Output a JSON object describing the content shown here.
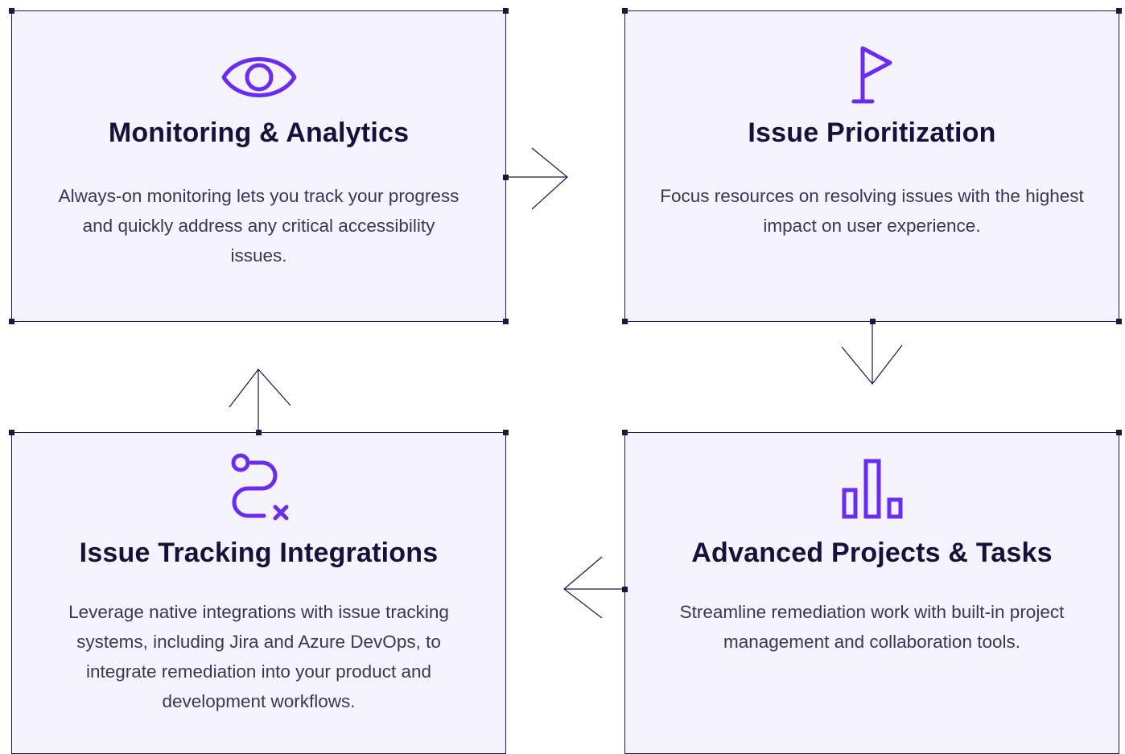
{
  "accent_color": "#6a2cf0",
  "line_color": "#1c1744",
  "cards": [
    {
      "icon": "eye-icon",
      "title": "Monitoring & Analytics",
      "description": "Always-on monitoring lets you track your progress and quickly address any critical accessibility issues."
    },
    {
      "icon": "flag-icon",
      "title": "Issue Prioritization",
      "description": "Focus resources on resolving issues with the highest impact on user experience."
    },
    {
      "icon": "bar-chart-icon",
      "title": "Advanced Projects & Tasks",
      "description": "Streamline remediation work with built-in project management and collaboration tools."
    },
    {
      "icon": "route-icon",
      "title": "Issue Tracking Integrations",
      "description": "Leverage native integrations with issue tracking systems, including Jira and Azure DevOps, to integrate remediation into your product and development workflows."
    }
  ],
  "flow_arrows": [
    {
      "from": "Monitoring & Analytics",
      "to": "Issue Prioritization",
      "direction": "right"
    },
    {
      "from": "Issue Prioritization",
      "to": "Advanced Projects & Tasks",
      "direction": "down"
    },
    {
      "from": "Advanced Projects & Tasks",
      "to": "Issue Tracking Integrations",
      "direction": "left"
    },
    {
      "from": "Issue Tracking Integrations",
      "to": "Monitoring & Analytics",
      "direction": "up"
    }
  ]
}
